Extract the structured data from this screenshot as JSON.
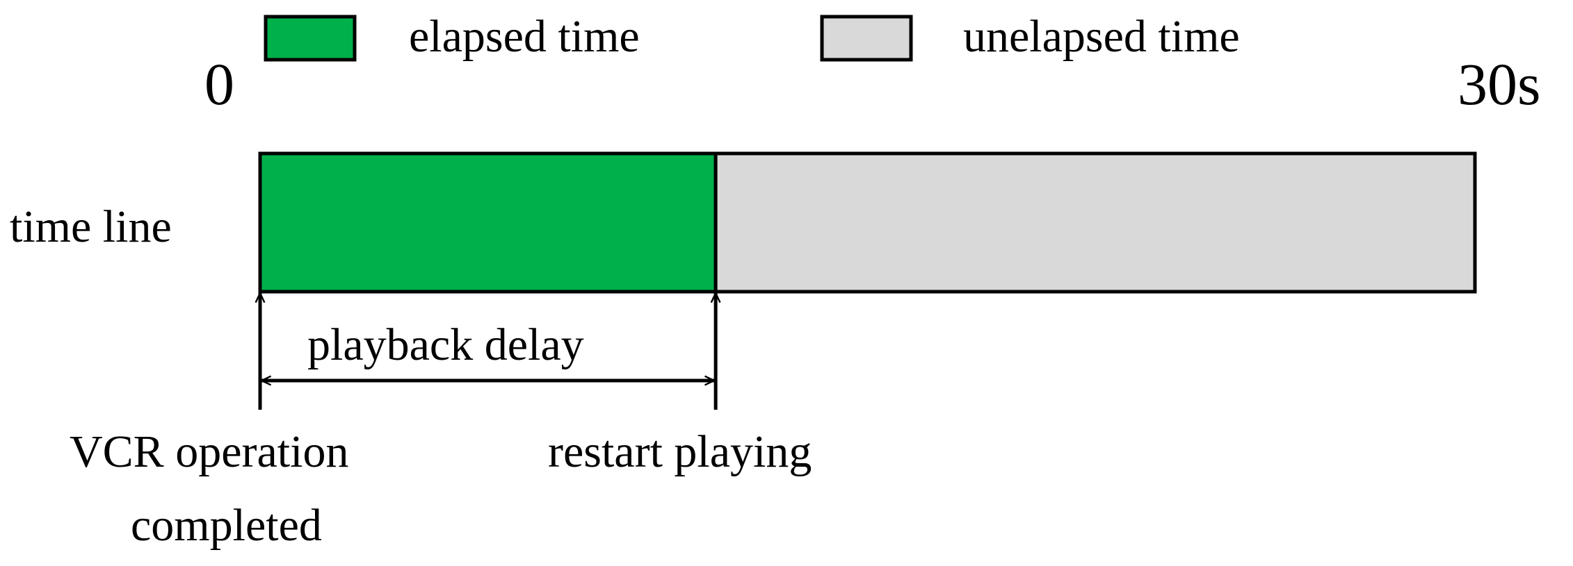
{
  "legend": {
    "elapsed_label": "elapsed time",
    "unelapsed_label": "unelapsed time"
  },
  "axis": {
    "start_label": "0",
    "end_label": "30s"
  },
  "timeline": {
    "row_label": "time line",
    "elapsed_fraction": 0.375
  },
  "annotations": {
    "delay_label": "playback delay",
    "start_event_line1": "VCR operation",
    "start_event_line2": "completed",
    "end_event_label": "restart playing"
  },
  "colors": {
    "elapsed": "#00b04b",
    "unelapsed": "#d9d9d9",
    "stroke": "#000000"
  }
}
